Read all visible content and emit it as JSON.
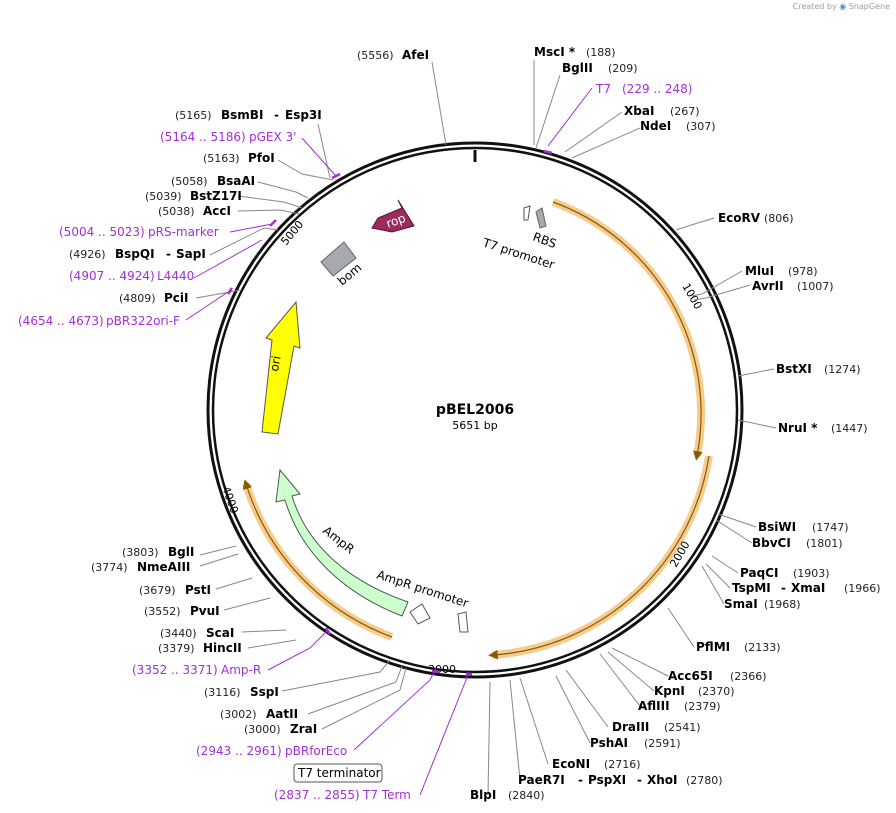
{
  "watermark": {
    "prefix": "Created by",
    "brand": "SnapGene"
  },
  "plasmid": {
    "name": "pBEL2006",
    "length_label": "5651 bp"
  },
  "ticks": [
    "1000",
    "2000",
    "3000",
    "4000",
    "5000"
  ],
  "features": {
    "rop": "rop",
    "rbs": "RBS",
    "t7_promoter": "T7 promoter",
    "bom": "bom",
    "ori": "ori",
    "ampr": "AmpR",
    "ampr_promoter": "AmpR promoter",
    "t7_terminator": "T7 terminator"
  },
  "sites": [
    {
      "pos": "(5556)",
      "name": "AfeI"
    },
    {
      "pos": "(188)",
      "name": "MscI *"
    },
    {
      "pos": "(209)",
      "name": "BglII"
    },
    {
      "pos": "(229 .. 248)",
      "name": "T7",
      "primer": true
    },
    {
      "pos": "(267)",
      "name": "XbaI"
    },
    {
      "pos": "(307)",
      "name": "NdeI"
    },
    {
      "pos": "(5165)",
      "name": "BsmBI",
      "name2": "Esp3I"
    },
    {
      "pos": "(5164 .. 5186)",
      "name": "pGEX 3'",
      "primer": true
    },
    {
      "pos": "(5163)",
      "name": "PfoI"
    },
    {
      "pos": "(5058)",
      "name": "BsaAI"
    },
    {
      "pos": "(5039)",
      "name": "BstZ17I"
    },
    {
      "pos": "(5038)",
      "name": "AccI"
    },
    {
      "pos": "(5004 .. 5023)",
      "name": "pRS-marker",
      "primer": true
    },
    {
      "pos": "(4926)",
      "name": "BspQI",
      "name2": "SapI"
    },
    {
      "pos": "(4907 .. 4924)",
      "name": "L4440",
      "primer": true
    },
    {
      "pos": "(4809)",
      "name": "PciI"
    },
    {
      "pos": "(4654 .. 4673)",
      "name": "pBR322ori-F",
      "primer": true
    },
    {
      "pos": "(806)",
      "name": "EcoRV"
    },
    {
      "pos": "(978)",
      "name": "MluI"
    },
    {
      "pos": "(1007)",
      "name": "AvrII"
    },
    {
      "pos": "(1274)",
      "name": "BstXI"
    },
    {
      "pos": "(1447)",
      "name": "NruI *"
    },
    {
      "pos": "(1747)",
      "name": "BsiWI"
    },
    {
      "pos": "(1801)",
      "name": "BbvCI"
    },
    {
      "pos": "(1903)",
      "name": "PaqCI"
    },
    {
      "pos": "(1966)",
      "name": "TspMI",
      "name2": "XmaI"
    },
    {
      "pos": "(1968)",
      "name": "SmaI"
    },
    {
      "pos": "(2133)",
      "name": "PflMI"
    },
    {
      "pos": "(2366)",
      "name": "Acc65I"
    },
    {
      "pos": "(2370)",
      "name": "KpnI"
    },
    {
      "pos": "(2379)",
      "name": "AflIII"
    },
    {
      "pos": "(2541)",
      "name": "DraIII"
    },
    {
      "pos": "(2591)",
      "name": "PshAI"
    },
    {
      "pos": "(2716)",
      "name": "EcoNI"
    },
    {
      "pos": "(2780)",
      "name": "PaeR7I",
      "name2": "PspXI",
      "name3": "XhoI"
    },
    {
      "pos": "(2840)",
      "name": "BlpI"
    },
    {
      "pos": "(3803)",
      "name": "BglI"
    },
    {
      "pos": "(3774)",
      "name": "NmeAIII"
    },
    {
      "pos": "(3679)",
      "name": "PstI"
    },
    {
      "pos": "(3552)",
      "name": "PvuI"
    },
    {
      "pos": "(3440)",
      "name": "ScaI"
    },
    {
      "pos": "(3379)",
      "name": "HincII"
    },
    {
      "pos": "(3352 .. 3371)",
      "name": "Amp-R",
      "primer": true
    },
    {
      "pos": "(3116)",
      "name": "SspI"
    },
    {
      "pos": "(3002)",
      "name": "AatII"
    },
    {
      "pos": "(3000)",
      "name": "ZraI"
    },
    {
      "pos": "(2943 .. 2961)",
      "name": "pBRforEco",
      "primer": true
    },
    {
      "pos": "(2837 .. 2855)",
      "name": "T7 Term",
      "primer": true
    }
  ],
  "colors": {
    "backbone": "#111111",
    "orange_cds": "#f5c27a",
    "cds_outline": "#8a5a00",
    "rop": "#9c2b5e",
    "misc": "#a6a9ad",
    "ori": "#ffff00",
    "ampr": "#ccffcc",
    "primer": "#a12fd6",
    "line": "#777777"
  }
}
